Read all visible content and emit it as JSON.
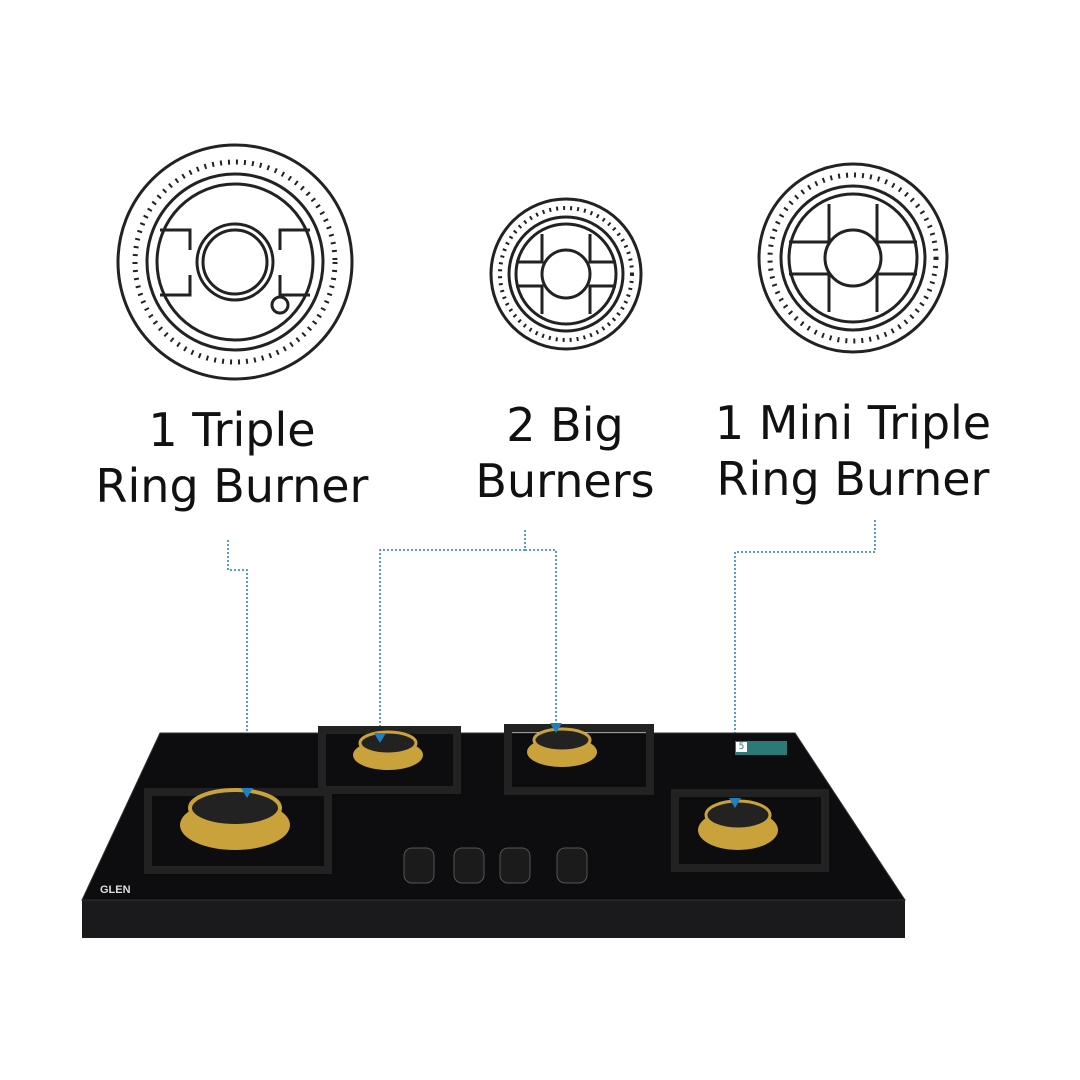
{
  "labels": [
    {
      "line1": "1 Triple",
      "line2": "Ring Burner"
    },
    {
      "line1": "2 Big",
      "line2": "Burners"
    },
    {
      "line1": "1 Mini Triple",
      "line2": "Ring Burner"
    }
  ],
  "hob": {
    "brand": "GLEN",
    "rating_badge": "5"
  },
  "colors": {
    "leader_line": "#1f7fbf",
    "glass": "#0d0d0f",
    "brass": "#c9a23c"
  }
}
